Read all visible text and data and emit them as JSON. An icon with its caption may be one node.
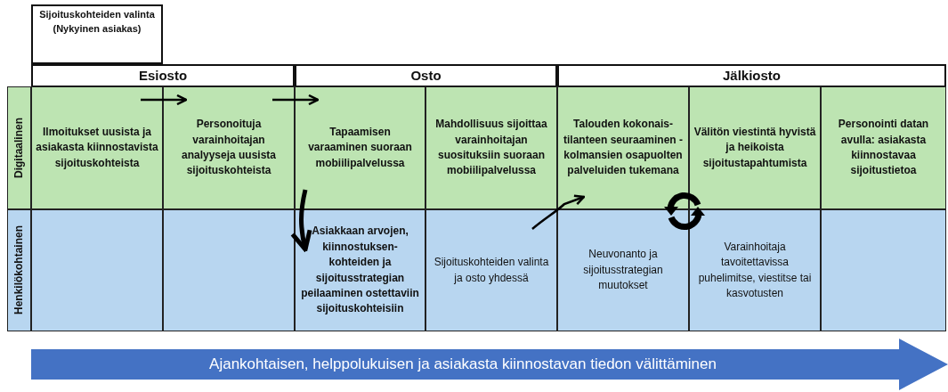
{
  "diagram": {
    "nodes": [
      {
        "text": [
          "Sijoituskohteiden valinta (Nykyinen asiakas)"
        ]
      },
      {
        "text": [
          "Esiosto"
        ]
      },
      {
        "text": [
          "Osto"
        ]
      },
      {
        "text": [
          "Jälkiosto"
        ]
      },
      {
        "text": [
          "Digitaalinen"
        ]
      },
      {
        "text": [
          "Henkilökohtainen"
        ]
      },
      {
        "text": [
          "Ilmoitukset uusista ja asiakasta kiinnostavista sijoituskohteista"
        ]
      },
      {
        "text": [
          "Personoituja varainhoitajan analyyseja uusista sijoituskohteista"
        ]
      },
      {
        "text": [
          "Tapaamisen varaaminen suoraan mobiilipalvelussa"
        ]
      },
      {
        "text": [
          "Mahdollisuus sijoittaa varainhoitajan suosituksiin suoraan mobiilipalvelussa"
        ]
      },
      {
        "text": [
          "Talouden kokonais-tilanteen seuraaminen - kolmansien osapuolten palveluiden tukemana"
        ]
      },
      {
        "text": [
          "Välitön viestintä hyvistä ja heikoista sijoitustapahtumista"
        ]
      },
      {
        "text": [
          "Personointi datan avulla: asiakasta kiinnostavaa sijoitustietoa"
        ]
      },
      {
        "text": [],
        "shape": "box"
      },
      {
        "text": [],
        "shape": "box"
      },
      {
        "text": [
          "Asiakkaan arvojen, kiinnostuksen-kohteiden ja sijoitusstrategian peilaaminen ostettaviin sijoituskohteisiin"
        ]
      },
      {
        "text": [
          "Sijoituskohteiden valinta ja osto yhdessä"
        ]
      },
      {
        "text": [
          "Neuvonanto ja sijoitusstrategian muutokset"
        ]
      },
      {
        "text": [
          "Varainhoitaja tavoitettavissa puhelimitse, viestitse tai kasvotusten"
        ]
      },
      {
        "text": [],
        "shape": "box"
      },
      {
        "text": [],
        "shape": "picture"
      },
      {
        "text": [
          "Ajankohtaisen, helppolukuisen ja asiakasta kiinnostavan tiedon välittäminen"
        ]
      }
    ],
    "edges": [
      {
        "from": 6,
        "to": 7,
        "arrow": "to"
      },
      {
        "from": 7,
        "to": 8,
        "arrow": "to"
      },
      {
        "from": 8,
        "to": 15,
        "arrow": "to",
        "style": "thick"
      },
      {
        "from": 16,
        "to": 10,
        "arrow": "to"
      }
    ]
  }
}
